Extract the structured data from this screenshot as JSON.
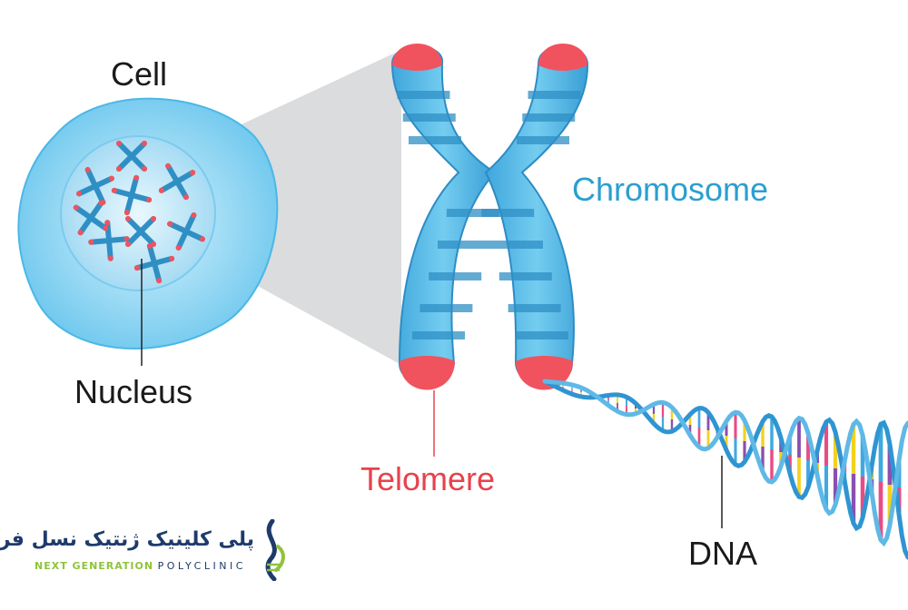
{
  "labels": {
    "cell": "Cell",
    "nucleus": "Nucleus",
    "chromosome": "Chromosome",
    "telomere": "Telomere",
    "dna": "DNA"
  },
  "logo": {
    "name_fa": "پلی کلینیک ژنتیک نسل فردا",
    "name_en_1": "NEXT GENERATION",
    "name_en_2": "POLYCLINIC"
  },
  "colors": {
    "text": "#1a1a1a",
    "chromosome_label": "#2a9fd0",
    "telomere_label": "#e8424d",
    "chromosome_fill": "#5fbfe6",
    "chromosome_band": "#2f8fc4",
    "telomere_cap": "#f0535e",
    "cell_fill": "#9fdcf6",
    "nucleus_fill": "#cdeefb",
    "zoom_cone": "#d4d6d8",
    "dna_backbone": "#2f95d2",
    "logo_dark": "#1f3b6b",
    "logo_green": "#8fc43a",
    "base_colors": [
      "#f4d11e",
      "#e84c86",
      "#8b4fb0",
      "#3fa9e0"
    ]
  }
}
